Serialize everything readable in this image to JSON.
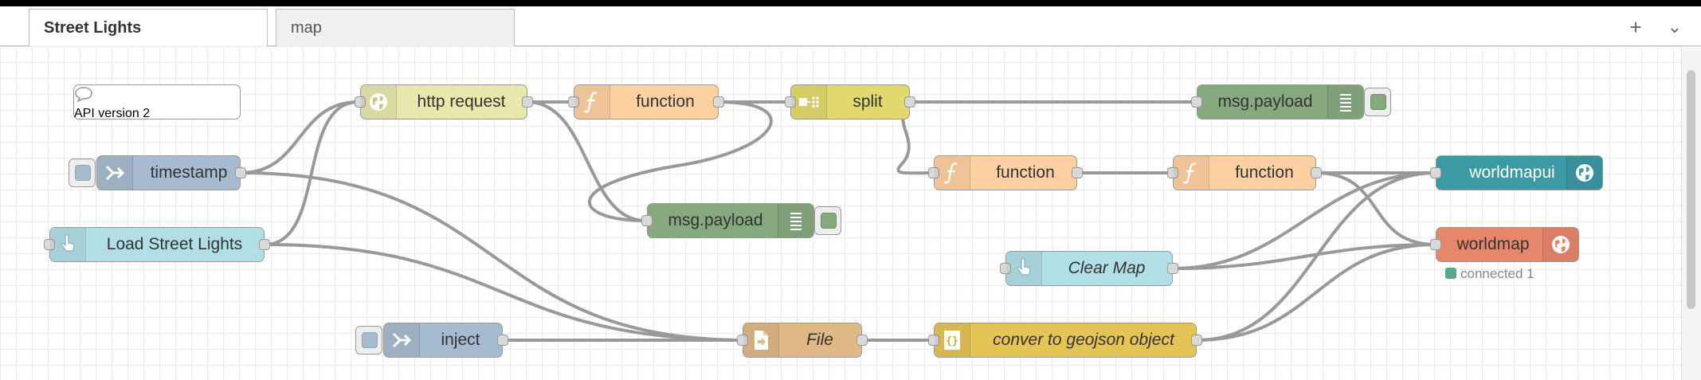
{
  "tabs": [
    {
      "label": "Street Lights",
      "active": true
    },
    {
      "label": "map",
      "active": false
    }
  ],
  "tab_actions": {
    "add": "+",
    "menu": "⌄"
  },
  "colors": {
    "inject": "#a6bbcf",
    "http": "#e7e7ae",
    "function": "#fdd0a2",
    "split": "#e2d96e",
    "debug": "#87a980",
    "ui_button": "#b2dfe6",
    "file": "#deb887",
    "template": "#e5c456",
    "worldmapui": "#3c9aa4",
    "worldmap": "#e8866c"
  },
  "nodes": {
    "comment": {
      "label": "API version 2",
      "icon": "speech-bubble-icon"
    },
    "timestamp": {
      "label": "timestamp",
      "icon": "inject-arrow-icon"
    },
    "load_street_lights": {
      "label": "Load Street Lights",
      "icon": "hand-pointer-icon"
    },
    "http_request": {
      "label": "http request",
      "icon": "globe-icon"
    },
    "function1": {
      "label": "function",
      "icon": "function-icon"
    },
    "msg_payload_mid": {
      "label": "msg.payload",
      "icon": "debug-list-icon"
    },
    "split": {
      "label": "split",
      "icon": "split-icon"
    },
    "msg_payload_top": {
      "label": "msg.payload",
      "icon": "debug-list-icon"
    },
    "function2": {
      "label": "function",
      "icon": "function-icon"
    },
    "function3": {
      "label": "function",
      "icon": "function-icon"
    },
    "worldmapui": {
      "label": "worldmapui",
      "icon": "globe-icon"
    },
    "worldmap": {
      "label": "worldmap",
      "icon": "globe-icon",
      "status": "connected 1"
    },
    "clear_map": {
      "label": "Clear Map",
      "icon": "hand-pointer-icon"
    },
    "inject": {
      "label": "inject",
      "icon": "inject-arrow-icon"
    },
    "file": {
      "label": "File",
      "icon": "file-icon"
    },
    "conver": {
      "label": "conver to geojson object",
      "icon": "template-braces-icon"
    }
  }
}
